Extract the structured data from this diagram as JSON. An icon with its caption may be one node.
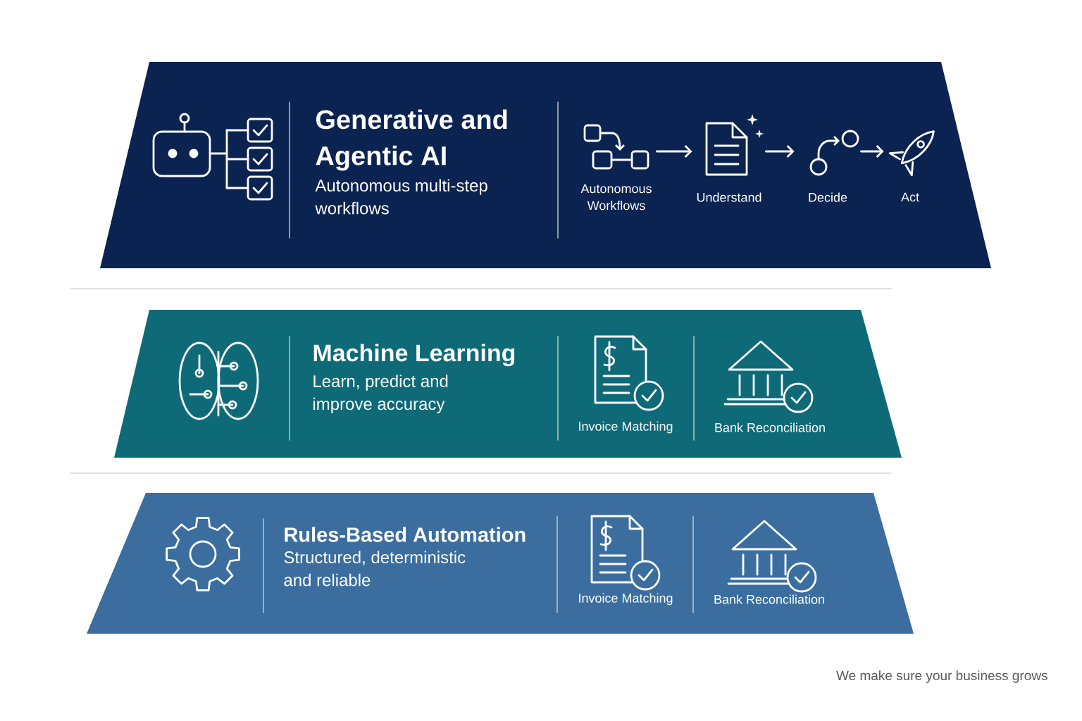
{
  "diagram": {
    "nodes": [
      {
        "text": [
          "Generative and Agentic AI",
          "Autonomous multi-step workflows"
        ]
      },
      {
        "text": [
          "Autonomous Workflows"
        ],
        "in": 0
      },
      {
        "text": [
          "Understand"
        ],
        "in": 0
      },
      {
        "text": [
          "Decide"
        ],
        "in": 0
      },
      {
        "text": [
          "Act"
        ],
        "in": 0
      },
      {
        "text": [
          "Machine Learning",
          "Learn, predict and improve accuracy"
        ]
      },
      {
        "text": [
          "Invoice Matching"
        ],
        "in": 5
      },
      {
        "text": [
          "Bank Reconciliation"
        ],
        "in": 5
      },
      {
        "text": [
          "Rules-Based Automation",
          "Structured, deterministic and reliable"
        ]
      },
      {
        "text": [
          "Invoice Matching"
        ],
        "in": 8
      },
      {
        "text": [
          "Bank Reconciliation"
        ],
        "in": 8
      }
    ],
    "edges": [
      {
        "from": 1,
        "to": 2,
        "arrow": "to"
      },
      {
        "from": 2,
        "to": 3,
        "arrow": "to"
      },
      {
        "from": 3,
        "to": 4,
        "arrow": "to"
      }
    ],
    "labels": [
      "We make sure your business grows"
    ]
  }
}
